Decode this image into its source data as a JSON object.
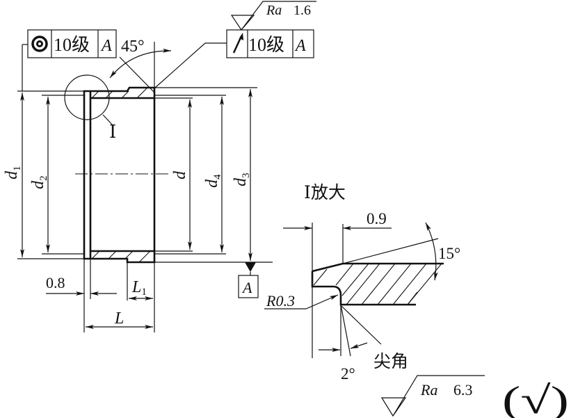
{
  "main_view": {
    "concentricity_frame": {
      "symbol_icon": "concentricity-icon",
      "tolerance": "10级",
      "datum": "A"
    },
    "runout_frame": {
      "symbol_icon": "runout-arrow-icon",
      "tolerance": "10级",
      "datum": "A"
    },
    "roughness_top": {
      "label": "Ra",
      "value": "1.6"
    },
    "chamfer_angle": "45°",
    "detail_marker": "Ⅰ",
    "dims": {
      "d1": "d",
      "d1_sub": "1",
      "d2": "d",
      "d2_sub": "2",
      "d": "d",
      "d4": "d",
      "d4_sub": "4",
      "d3": "d",
      "d3_sub": "3",
      "wall": "0.8",
      "L1": "L",
      "L1_sub": "1",
      "L": "L"
    },
    "datum_label": "A"
  },
  "detail_view": {
    "title": "Ⅰ放大",
    "dim_09": "0.9",
    "angle_15": "15°",
    "radius": "R0.3",
    "angle_2": "2°",
    "sharp_corner": "尖角"
  },
  "roughness_default": {
    "label": "Ra",
    "value": "6.3",
    "note": "(√)"
  }
}
